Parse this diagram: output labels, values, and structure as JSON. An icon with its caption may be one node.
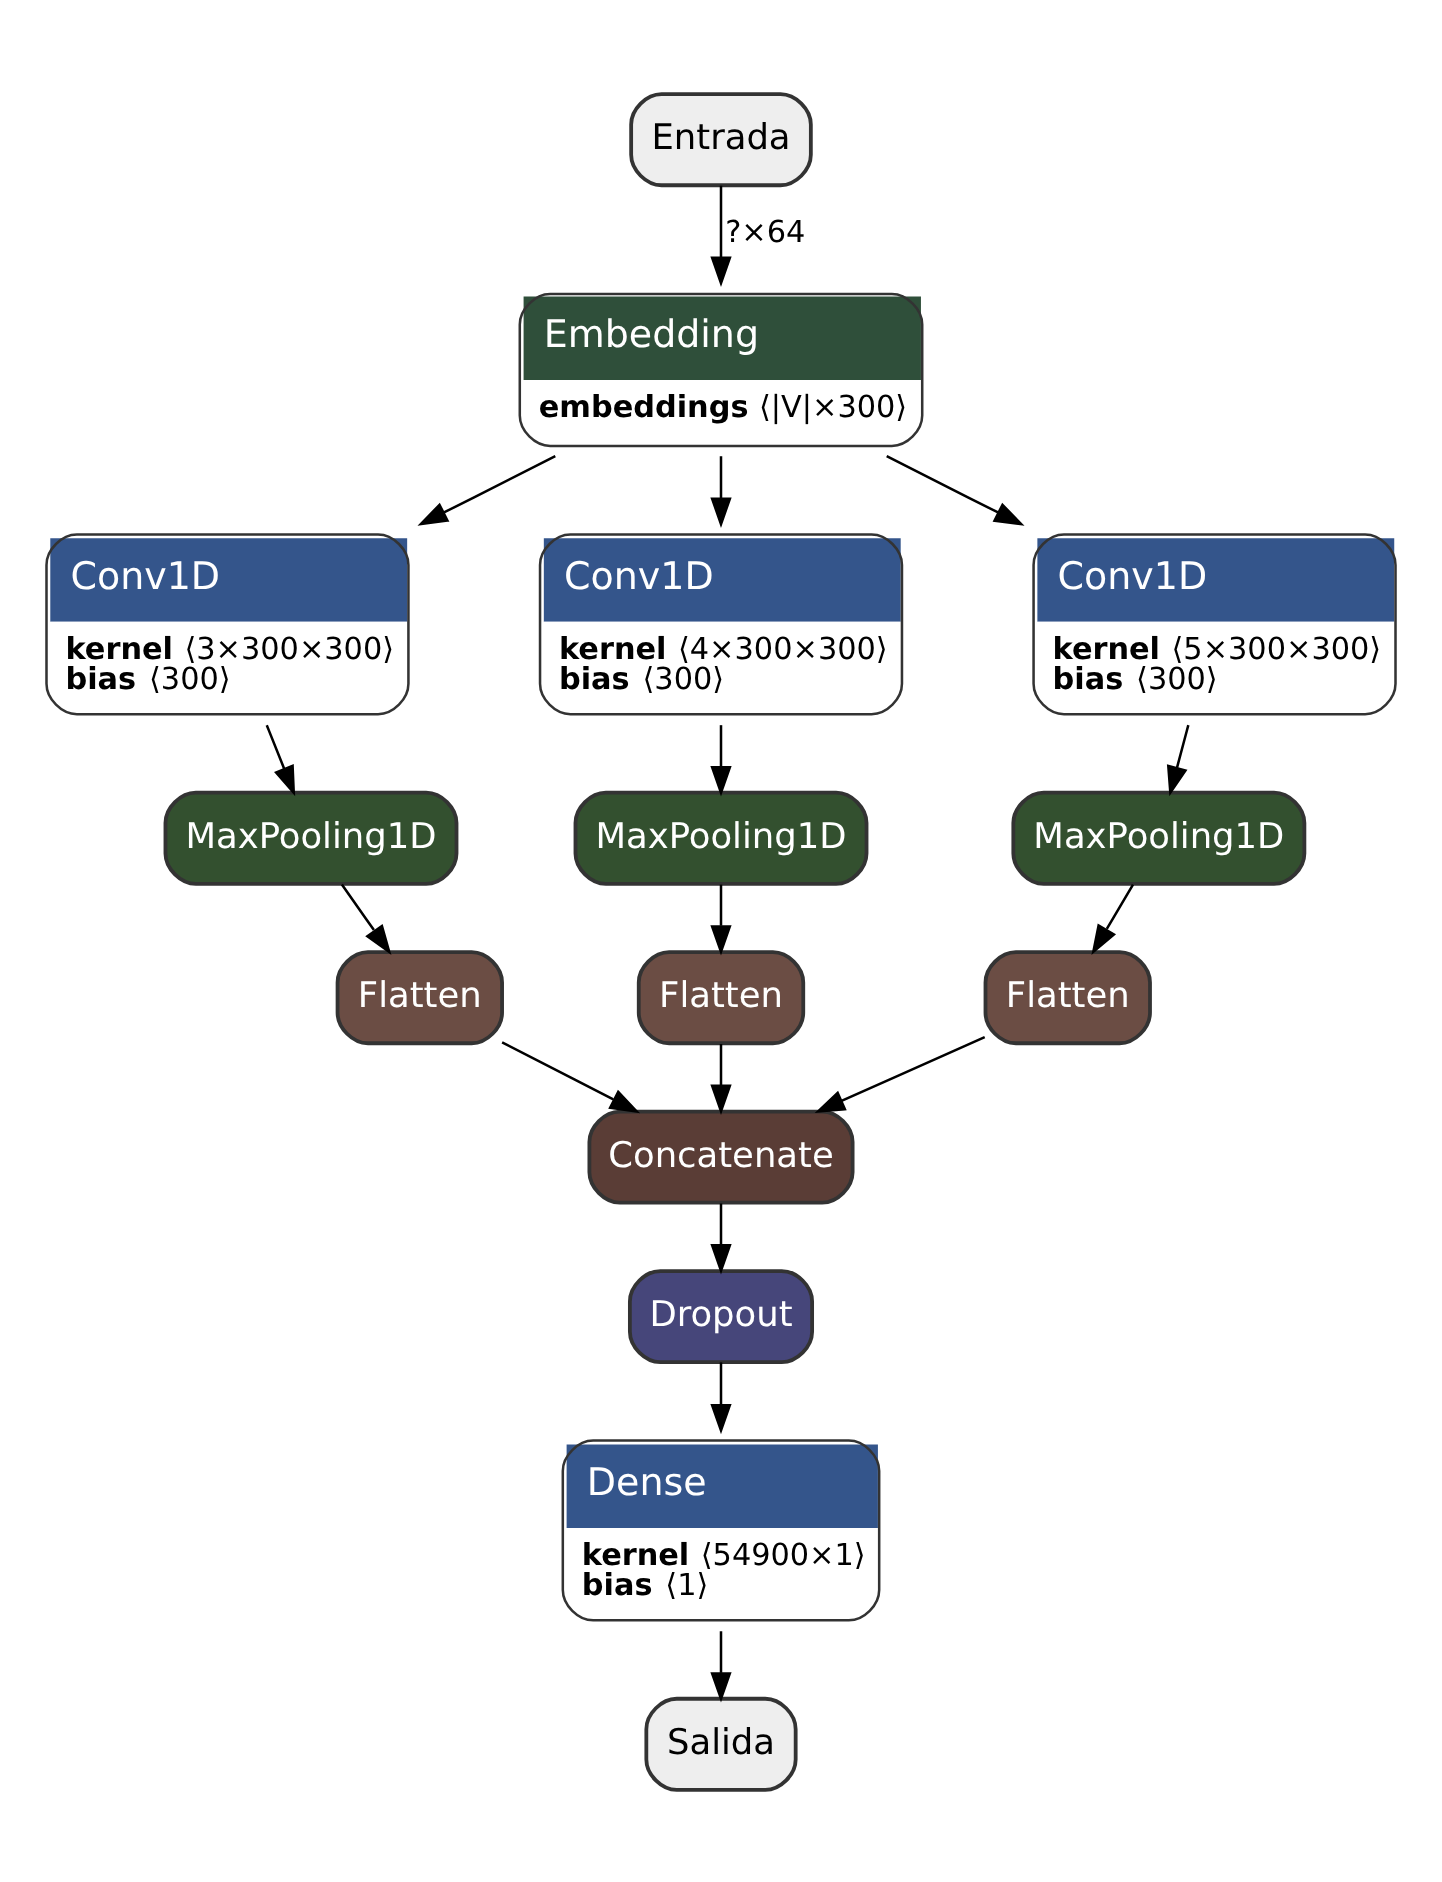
{
  "diagram": {
    "nodes": [
      {
        "text": [
          "Entrada"
        ]
      },
      {
        "text": [
          "Embedding",
          "embeddings ⟨|V|×300⟩"
        ]
      },
      {
        "text": [
          "Conv1D",
          "kernel ⟨3×300×300⟩",
          "bias ⟨300⟩"
        ]
      },
      {
        "text": [
          "Conv1D",
          "kernel ⟨4×300×300⟩",
          "bias ⟨300⟩"
        ]
      },
      {
        "text": [
          "Conv1D",
          "kernel ⟨5×300×300⟩",
          "bias ⟨300⟩"
        ]
      },
      {
        "text": [
          "MaxPooling1D"
        ]
      },
      {
        "text": [
          "MaxPooling1D"
        ]
      },
      {
        "text": [
          "MaxPooling1D"
        ]
      },
      {
        "text": [
          "Flatten"
        ]
      },
      {
        "text": [
          "Flatten"
        ]
      },
      {
        "text": [
          "Flatten"
        ]
      },
      {
        "text": [
          "Concatenate"
        ]
      },
      {
        "text": [
          "Dropout"
        ]
      },
      {
        "text": [
          "Dense",
          "kernel ⟨54900×1⟩",
          "bias ⟨1⟩"
        ]
      },
      {
        "text": [
          "Salida"
        ]
      }
    ],
    "edges": [
      {
        "from": 0,
        "to": 1,
        "arrow": "to",
        "label": "?×64"
      },
      {
        "from": 1,
        "to": 2,
        "arrow": "to"
      },
      {
        "from": 1,
        "to": 3,
        "arrow": "to"
      },
      {
        "from": 1,
        "to": 4,
        "arrow": "to"
      },
      {
        "from": 2,
        "to": 5,
        "arrow": "to"
      },
      {
        "from": 3,
        "to": 6,
        "arrow": "to"
      },
      {
        "from": 4,
        "to": 7,
        "arrow": "to"
      },
      {
        "from": 5,
        "to": 8,
        "arrow": "to"
      },
      {
        "from": 6,
        "to": 9,
        "arrow": "to"
      },
      {
        "from": 7,
        "to": 10,
        "arrow": "to"
      },
      {
        "from": 8,
        "to": 11,
        "arrow": "to"
      },
      {
        "from": 9,
        "to": 11,
        "arrow": "to"
      },
      {
        "from": 10,
        "to": 11,
        "arrow": "to"
      },
      {
        "from": 11,
        "to": 12,
        "arrow": "to"
      },
      {
        "from": 12,
        "to": 13,
        "arrow": "to"
      },
      {
        "from": 13,
        "to": 14,
        "arrow": "to"
      }
    ]
  }
}
